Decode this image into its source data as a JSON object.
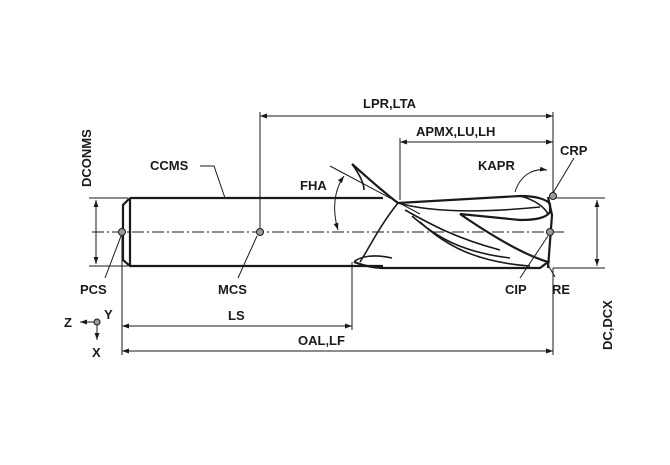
{
  "labels": {
    "lpr_lta": "LPR,LTA",
    "apmx_lu_lh": "APMX,LU,LH",
    "dconms": "DCONMS",
    "ccms": "CCMS",
    "fha": "FHA",
    "kapr": "KAPR",
    "crp": "CRP",
    "pcs": "PCS",
    "mcs": "MCS",
    "cip": "CIP",
    "re": "RE",
    "ls": "LS",
    "oal_lf": "OAL,LF",
    "dc_dcx": "DC,DCX",
    "axis_z": "Z",
    "axis_y": "Y",
    "axis_x": "X"
  },
  "colors": {
    "ink": "#1a1a1a",
    "point_fill": "#9a9a9a",
    "background": "#ffffff"
  }
}
